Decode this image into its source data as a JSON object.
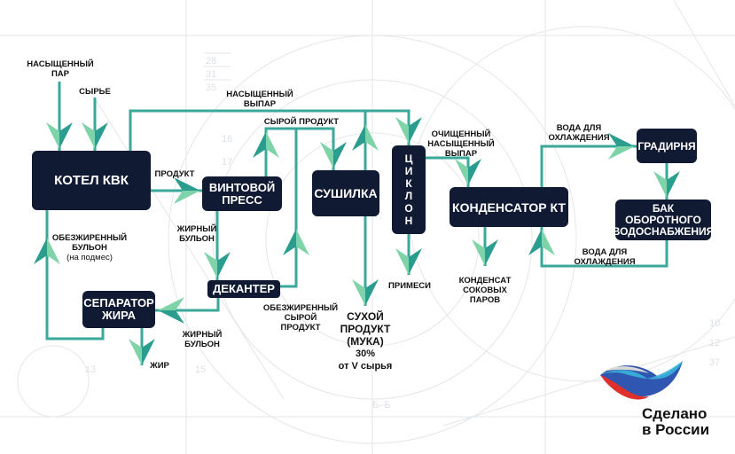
{
  "colors": {
    "box": "#111a33",
    "line": "#3aa89a",
    "arrow_light": "#7fd3a8",
    "arrow_dark": "#2a9d8f"
  },
  "boxes": {
    "kotel": "КОТЕЛ КВК",
    "press": [
      "ВИНТОВОЙ",
      "ПРЕСС"
    ],
    "sushilka": "СУШИЛКА",
    "ciklon": [
      "Ц",
      "И",
      "К",
      "Л",
      "О",
      "Н"
    ],
    "kondensator": "КОНДЕНСАТОР КТ",
    "gradirnya": "ГРАДИРНЯ",
    "bak": [
      "БАК",
      "ОБОРОТНОГО",
      "ВОДОСНАБЖЕНИЯ"
    ],
    "dekanter": "ДЕКАНТЕР",
    "separator": [
      "СЕПАРАТОР",
      "ЖИРА"
    ]
  },
  "labels": {
    "nas_par": [
      "НАСЫЩЕННЫЙ",
      "ПАР"
    ],
    "syrie": "СЫРЬЕ",
    "nas_vypar": [
      "НАСЫЩЕННЫЙ",
      "ВЫПАР"
    ],
    "syroy_produkt": "СЫРОЙ ПРОДУКТ",
    "produkt": "ПРОДУКТ",
    "zhirny_bulon_1": [
      "ЖИРНЫЙ",
      "БУЛЬОН"
    ],
    "obezh_bulon": [
      "ОБЕЗЖИРЕННЫЙ",
      "БУЛЬОН",
      "(на подмес)"
    ],
    "ochisch_vypar": [
      "ОЧИЩЕННЫЙ",
      "НАСЫЩЕННЫЙ",
      "ВЫПАР"
    ],
    "voda_1": [
      "ВОДА ДЛЯ",
      "ОХЛАЖДЕНИЯ"
    ],
    "voda_2": [
      "ВОДА ДЛЯ",
      "ОХЛАЖДЕНИЯ"
    ],
    "primesi": "ПРИМЕСИ",
    "kondensat": [
      "КОНДЕНСАТ",
      "СОКОВЫХ",
      "ПАРОВ"
    ],
    "obezh_syroy": [
      "ОБЕЗЖИРЕННЫЙ",
      "СЫРОЙ",
      "ПРОДУКТ"
    ],
    "suhoy": [
      "СУХОЙ",
      "ПРОДУКТ",
      "(МУКА)",
      "30%",
      "от V сырья"
    ],
    "zhirny_bulon_2": [
      "ЖИРНЫЙ",
      "БУЛЬОН"
    ],
    "zhir": "ЖИР"
  },
  "logo": [
    "Сделано",
    "в России"
  ]
}
